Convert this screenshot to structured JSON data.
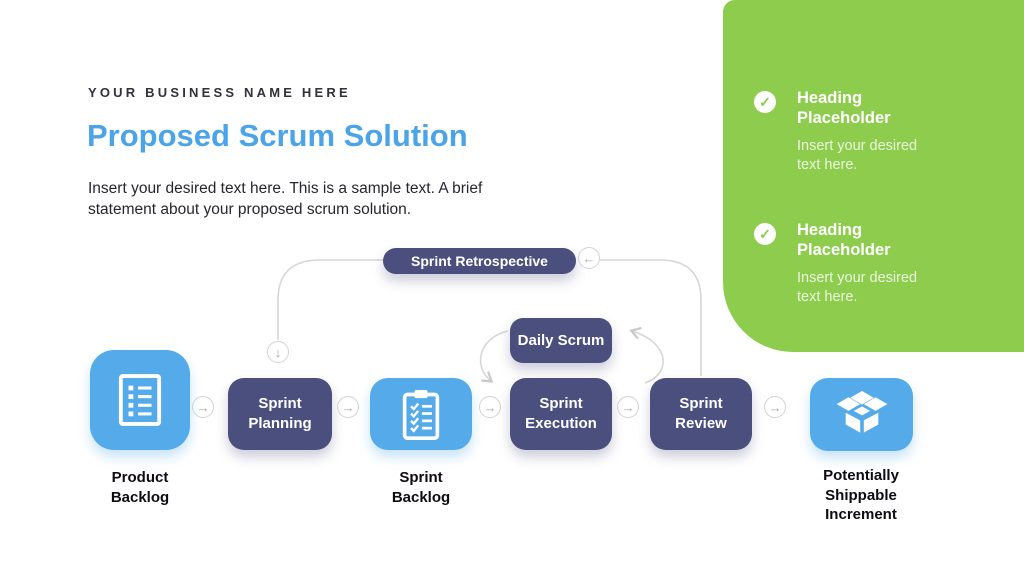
{
  "colors": {
    "title_blue": "#4BA3E8",
    "milestone_blue": "#55AAEA",
    "stage_navy": "#4B4F7D",
    "panel_green": "#8DCC4C",
    "connector_gray": "#d6d6d6"
  },
  "header": {
    "business_name": "YOUR BUSINESS NAME HERE",
    "title": "Proposed Scrum Solution",
    "description": "Insert your desired text here. This is a sample text. A brief statement about your proposed scrum solution."
  },
  "panel": {
    "items": [
      {
        "heading": "Heading\nPlaceholder",
        "body": "Insert your desired\ntext here."
      },
      {
        "heading": "Heading\nPlaceholder",
        "body": "Insert your desired\ntext here."
      }
    ]
  },
  "diagram": {
    "retrospective_label": "Sprint Retrospective",
    "daily_scrum_label": "Daily Scrum",
    "stages": [
      {
        "label": "Sprint\nPlanning"
      },
      {
        "label": "Sprint\nExecution"
      },
      {
        "label": "Sprint\nReview"
      }
    ],
    "milestones": [
      {
        "caption": "Product\nBacklog",
        "icon": "backlog-document-icon"
      },
      {
        "caption": "Sprint\nBacklog",
        "icon": "clipboard-checklist-icon"
      },
      {
        "caption": "Potentially\nShippable\nIncrement",
        "icon": "open-box-icon"
      }
    ]
  },
  "glyphs": {
    "arrow_right": "→",
    "arrow_down": "↓",
    "arrow_left": "←",
    "check": "✓"
  }
}
